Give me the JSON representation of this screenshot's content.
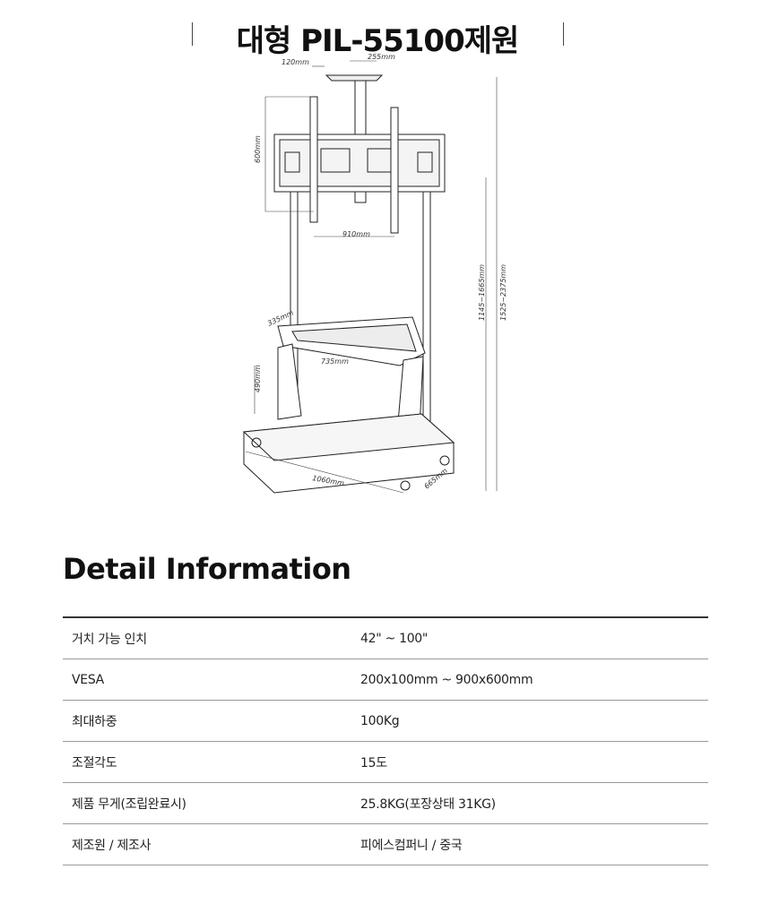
{
  "header": {
    "title": "대형 PIL-55100제원"
  },
  "diagram": {
    "dimensions": {
      "top_width": "120mm",
      "top_offset": "255mm",
      "vesa_height": "600mm",
      "vesa_width": "910mm",
      "tray_depth": "335mm",
      "tray_width": "735mm",
      "tray_height": "490mm",
      "base_width": "1060mm",
      "base_depth": "665mm",
      "mount_height": "1145~1665mm",
      "total_height": "1525~2375mm"
    }
  },
  "detail": {
    "heading": "Detail Information",
    "rows": [
      {
        "label": "거치 가능 인치",
        "value": "42\" ~ 100\""
      },
      {
        "label": "VESA",
        "value": "200x100mm ~ 900x600mm"
      },
      {
        "label": "최대하중",
        "value": "100Kg"
      },
      {
        "label": "조절각도",
        "value": "15도"
      },
      {
        "label": "제품 무게(조립완료시)",
        "value": "25.8KG(포장상태 31KG)"
      },
      {
        "label": "제조원 / 제조사",
        "value": "피에스컴퍼니 / 중국"
      }
    ]
  }
}
